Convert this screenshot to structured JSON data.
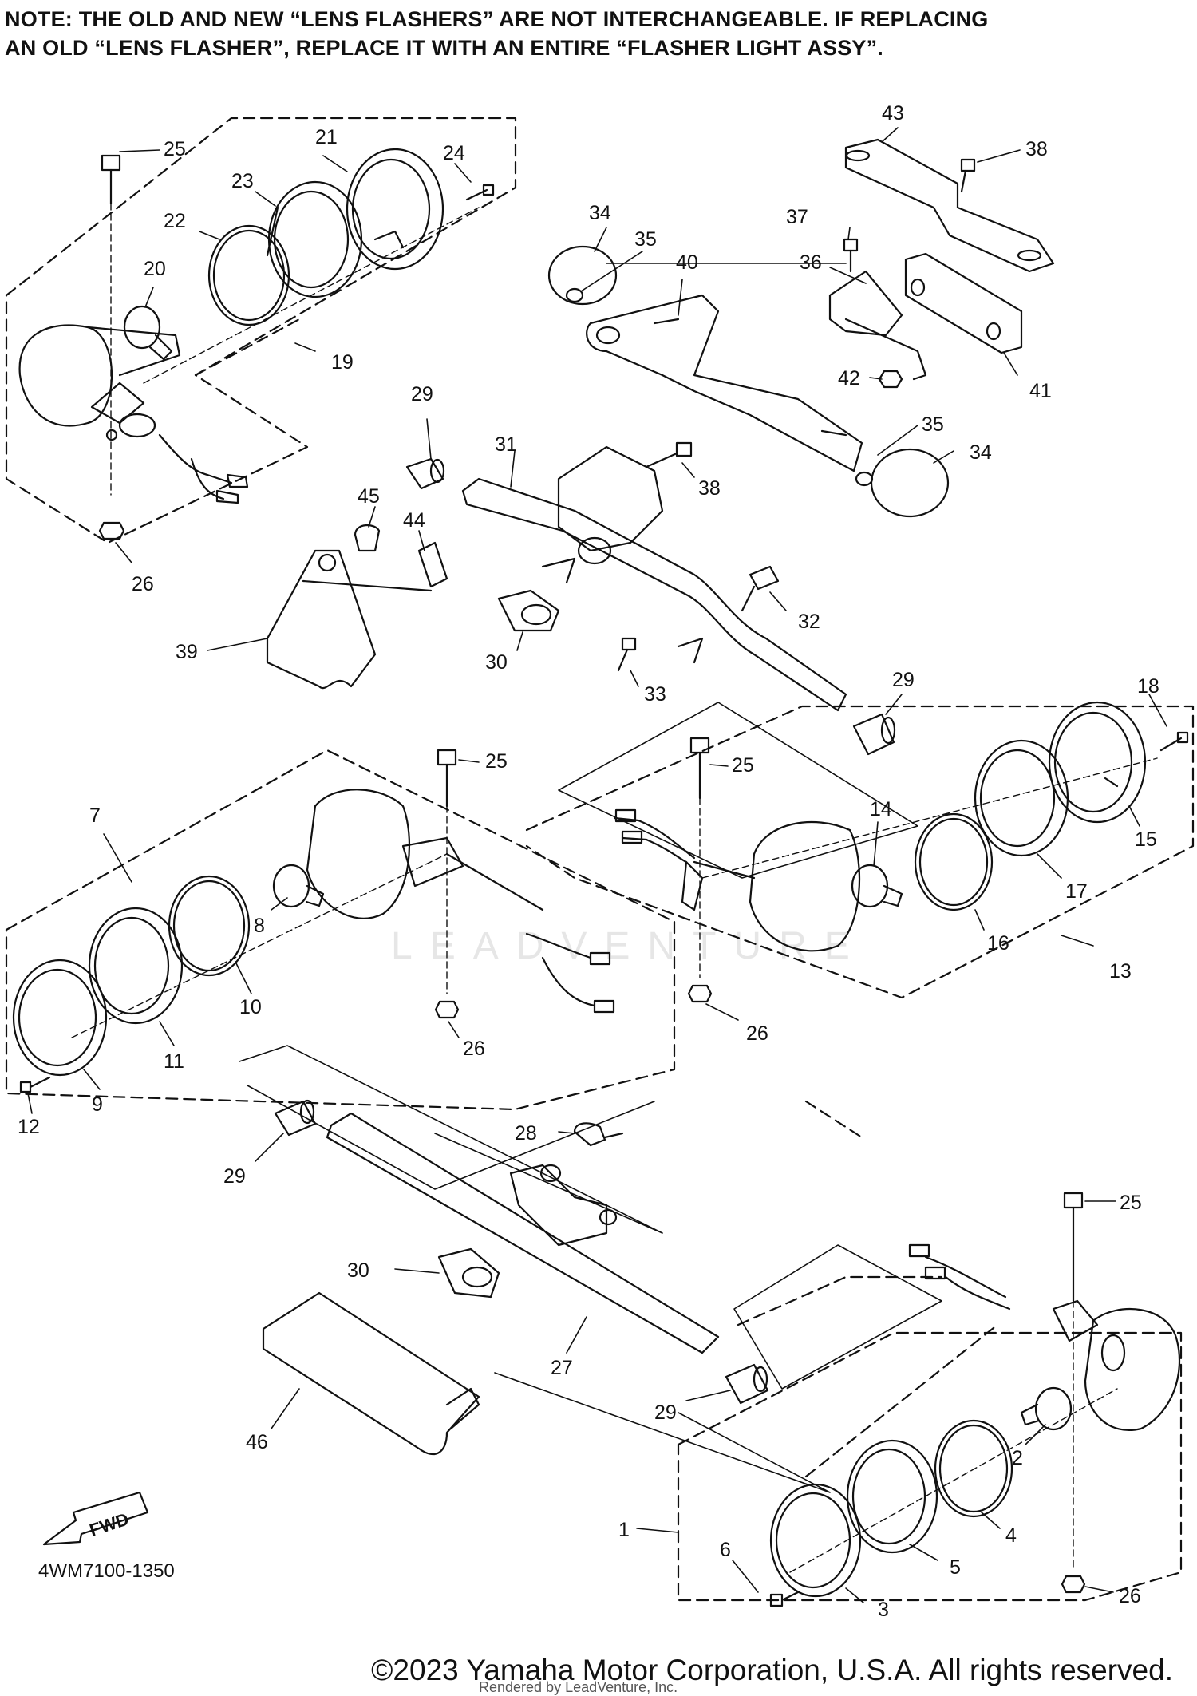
{
  "note": {
    "line1": "NOTE: THE OLD AND NEW “LENS FLASHERS” ARE NOT INTERCHANGEABLE. IF REPLACING",
    "line2": "AN OLD “LENS FLASHER”, REPLACE IT WITH AN ENTIRE “FLASHER LIGHT ASSY”."
  },
  "callouts": [
    "1",
    "2",
    "3",
    "4",
    "5",
    "6",
    "7",
    "8",
    "9",
    "10",
    "11",
    "12",
    "13",
    "14",
    "15",
    "16",
    "17",
    "18",
    "19",
    "20",
    "21",
    "22",
    "23",
    "24",
    "25",
    "26",
    "27",
    "28",
    "29",
    "30",
    "31",
    "32",
    "33",
    "34",
    "35",
    "36",
    "37",
    "38",
    "39",
    "40",
    "41",
    "42",
    "43",
    "44",
    "45",
    "46"
  ],
  "fwd_label": "FWD",
  "drawing_code": "4WM7100-1350",
  "copyright": "©2023 Yamaha Motor Corporation, U.S.A. All rights reserved.",
  "rendered_by": "Rendered by LeadVenture, Inc.",
  "watermark": "LEADVENTURE"
}
